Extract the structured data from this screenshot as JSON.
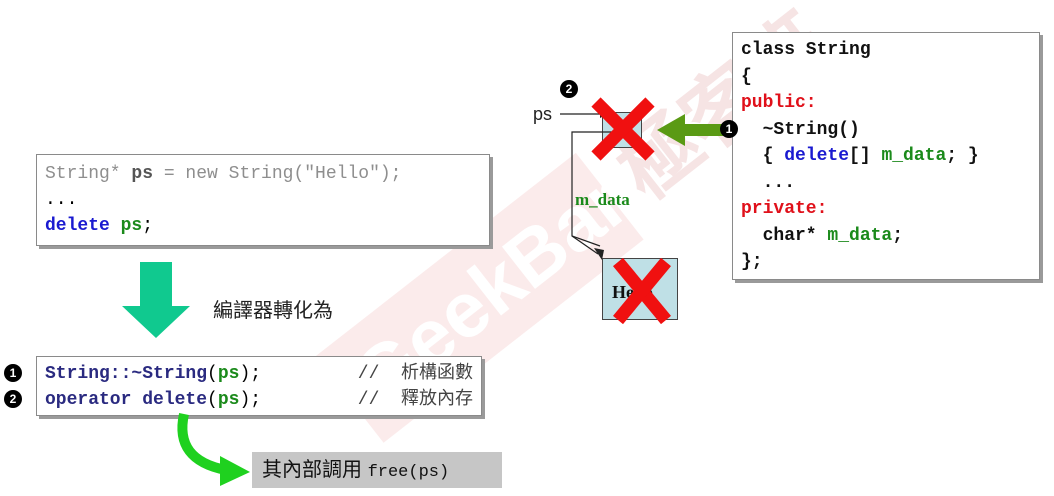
{
  "code_top": {
    "line1_a": "String* ",
    "line1_b": "ps",
    "line1_c": " = new String(\"Hello\");",
    "line2": "...",
    "line3_kw": "delete",
    "line3_var": "ps",
    "line3_end": ";"
  },
  "compile_label": "編譯器轉化為",
  "code_bottom": {
    "row1_badge": "1",
    "row1_a": "String::~String",
    "row1_b": "(",
    "row1_var": "ps",
    "row1_c": ");",
    "row1_comment": "//  析構函數",
    "row2_badge": "2",
    "row2_a": "operator delete",
    "row2_b": "(",
    "row2_var": "ps",
    "row2_c": ");",
    "row2_comment": "//  釋放內存"
  },
  "free_caption": {
    "prefix": "其內部調用 ",
    "call": "free(ps)"
  },
  "memory": {
    "ps_label": "ps",
    "ptr_badge": "2",
    "mdata_label": "m_data",
    "hello_text": "Hello"
  },
  "class_box": {
    "line1": "class String",
    "line2": "{",
    "line3": "public:",
    "line4_badge": "1",
    "line4": "  ~String()",
    "line5_a": "  { ",
    "line5_kw": "delete",
    "line5_b": "[] ",
    "line5_var": "m_data",
    "line5_c": "; }",
    "line6": "  ...",
    "line7": "private:",
    "line8_a": "  char* ",
    "line8_var": "m_data",
    "line8_b": ";",
    "line9": "};"
  },
  "watermark": "GeekBand 極客班",
  "colors": {
    "keyword_blue": "#1a1ad0",
    "var_green": "#1b8a1b",
    "access_red": "#e0101a",
    "box_fill": "#bfe0e6",
    "arrow_teal": "#10c98f",
    "arrow_olive": "#5a9a14"
  }
}
